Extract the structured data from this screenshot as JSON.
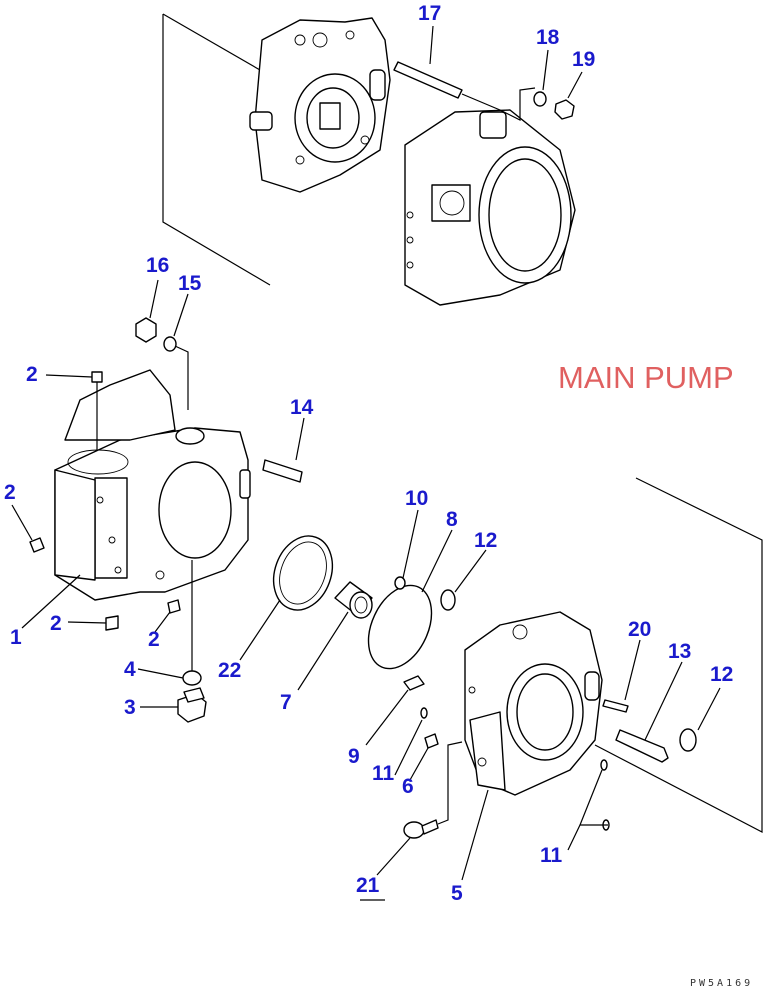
{
  "diagram": {
    "title": "MAIN PUMP",
    "drawing_code": "PW5A169",
    "callouts": [
      "1",
      "2",
      "3",
      "4",
      "5",
      "6",
      "7",
      "8",
      "9",
      "10",
      "11",
      "12",
      "13",
      "14",
      "15",
      "16",
      "17",
      "18",
      "19",
      "20",
      "21",
      "22"
    ]
  },
  "colors": {
    "callout": "#1a1acc",
    "title": "#e06060",
    "line": "#000000"
  }
}
